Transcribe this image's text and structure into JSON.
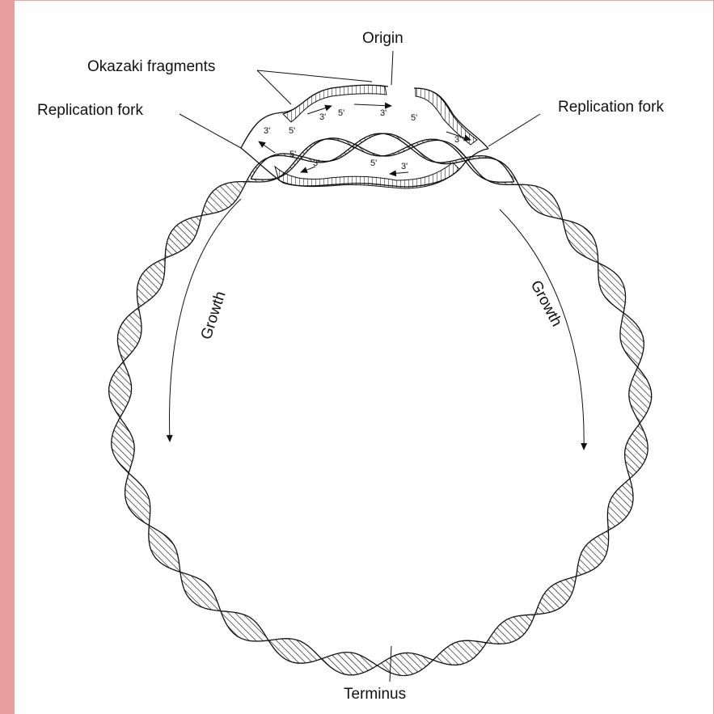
{
  "colors": {
    "accent_bar": "#e89e9e",
    "ink": "#111111"
  },
  "labels": {
    "origin": "Origin",
    "okazaki": "Okazaki fragments",
    "fork_left": "Replication fork",
    "fork_right": "Replication fork",
    "growth_left": "Growth",
    "growth_right": "Growth",
    "terminus": "Terminus"
  },
  "ends": {
    "a": "5'",
    "b": "3'",
    "c": "5'",
    "d": "3'",
    "e": "5'",
    "f": "3'",
    "g": "3'",
    "h": "5'",
    "i": "3'",
    "j": "5'",
    "k": "3'"
  }
}
